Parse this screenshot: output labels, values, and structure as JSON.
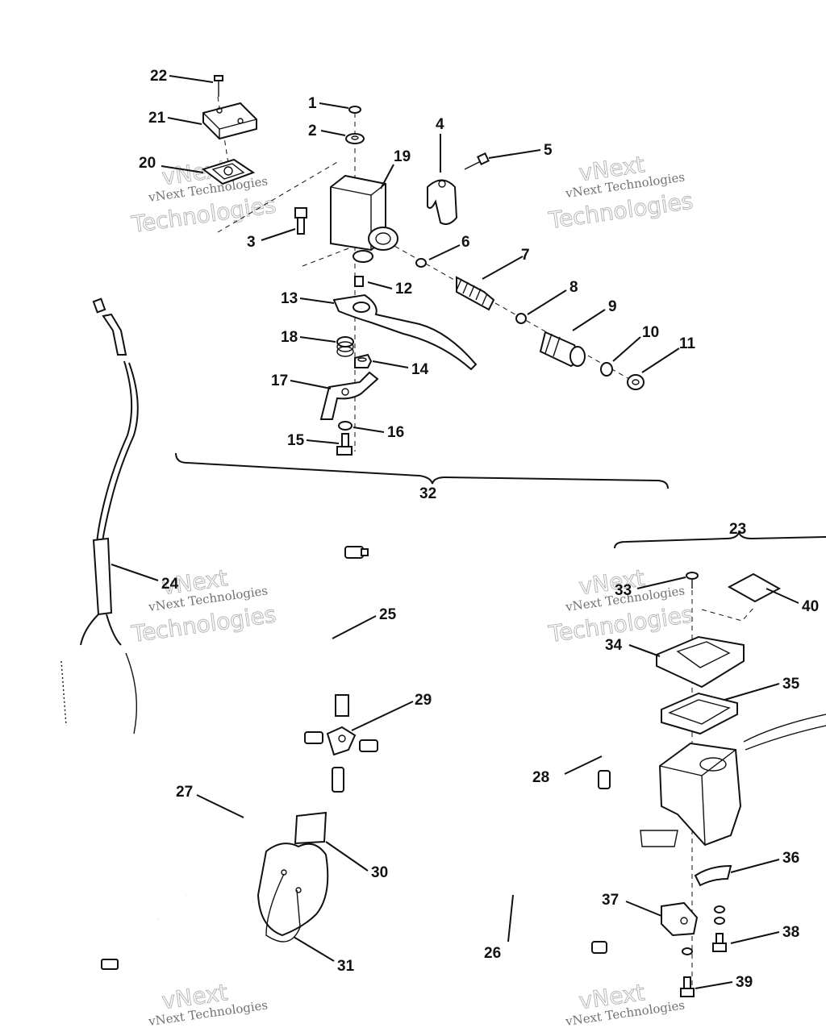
{
  "callouts": {
    "c1": "1",
    "c2": "2",
    "c3": "3",
    "c4": "4",
    "c5": "5",
    "c6": "6",
    "c7": "7",
    "c8": "8",
    "c9": "9",
    "c10": "10",
    "c11": "11",
    "c12": "12",
    "c13": "13",
    "c14": "14",
    "c15": "15",
    "c16": "16",
    "c17": "17",
    "c18": "18",
    "c19": "19",
    "c20": "20",
    "c21": "21",
    "c22": "22",
    "c23": "23",
    "c24": "24",
    "c25": "25",
    "c26": "26",
    "c27": "27",
    "c28": "28",
    "c29": "29",
    "c30": "30",
    "c31": "31",
    "c32": "32",
    "c33": "33",
    "c34": "34",
    "c35": "35",
    "c36": "36",
    "c37": "37",
    "c38": "38",
    "c39": "39",
    "c40": "40"
  },
  "watermark": {
    "line1": "vNext Technologies",
    "line2": "vNext",
    "line3": "Technologies"
  }
}
